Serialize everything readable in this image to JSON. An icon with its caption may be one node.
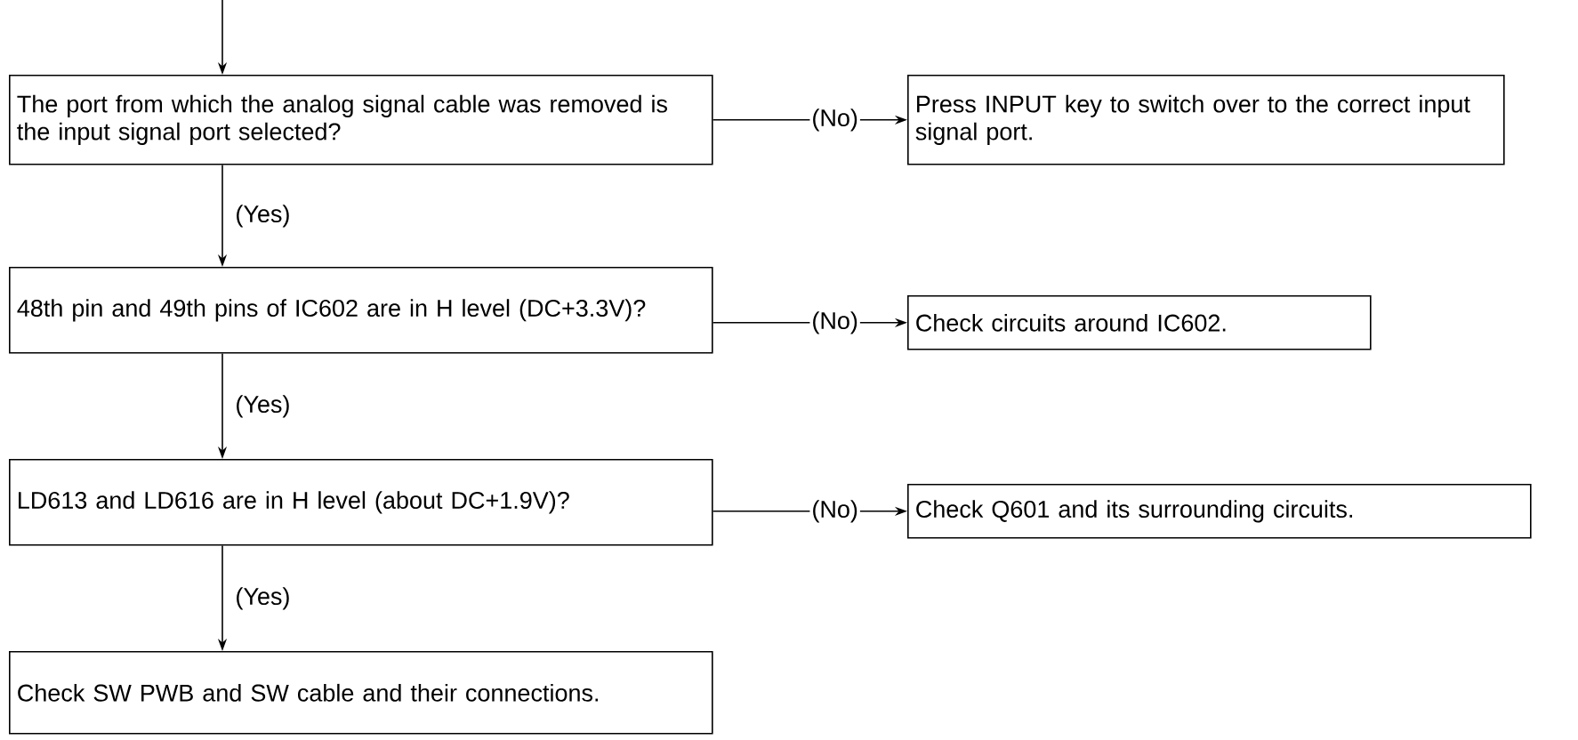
{
  "diagram": {
    "nodes": [
      {
        "text": [
          "The port from which the analog signal cable was removed is the input signal port selected?"
        ]
      },
      {
        "text": [
          "Press INPUT key to switch over to the correct input signal port."
        ]
      },
      {
        "text": [
          "48th pin and 49th pins of IC602 are in H level (DC+3.3V)?"
        ]
      },
      {
        "text": [
          "Check circuits around IC602."
        ]
      },
      {
        "text": [
          "LD613 and LD616 are in H level (about DC+1.9V)?"
        ]
      },
      {
        "text": [
          "Check Q601 and its surrounding circuits."
        ]
      },
      {
        "text": [
          "Check SW PWB and SW cable and their connections."
        ]
      }
    ],
    "edges": [
      {
        "from": null,
        "to": 0,
        "arrow": "to"
      },
      {
        "from": 0,
        "to": 1,
        "arrow": "to",
        "label": "(No)"
      },
      {
        "from": 0,
        "to": 2,
        "arrow": "to",
        "label": "(Yes)"
      },
      {
        "from": 2,
        "to": 3,
        "arrow": "to",
        "label": "(No)"
      },
      {
        "from": 2,
        "to": 4,
        "arrow": "to",
        "label": "(Yes)"
      },
      {
        "from": 4,
        "to": 5,
        "arrow": "to",
        "label": "(No)"
      },
      {
        "from": 4,
        "to": 6,
        "arrow": "to",
        "label": "(Yes)"
      }
    ]
  }
}
